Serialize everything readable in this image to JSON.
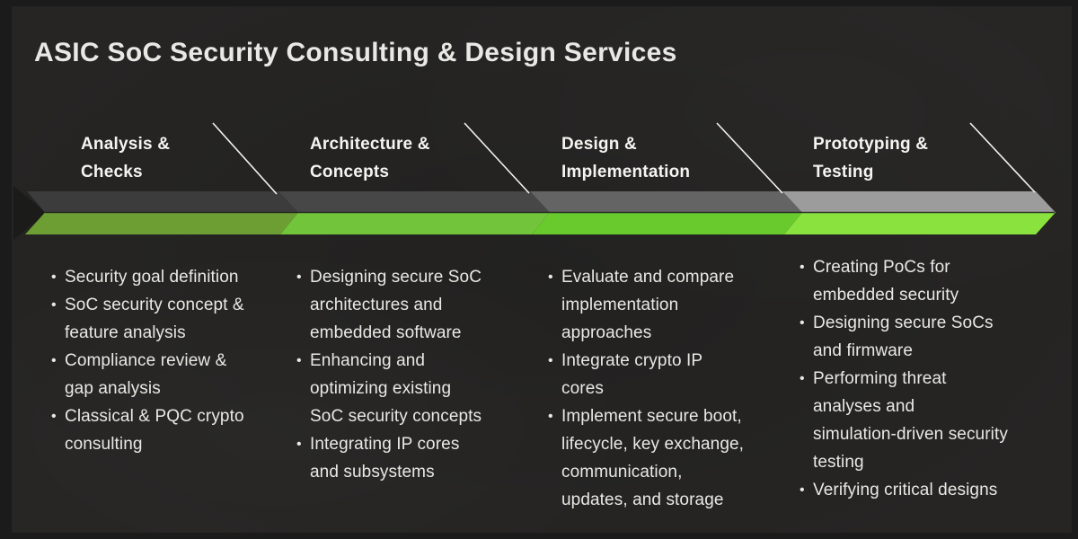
{
  "title": "ASIC SoC Security Consulting & Design Services",
  "colors": {
    "outer_background": "#1b1b1b",
    "panel_background": "#262524",
    "title_text": "#e9e8e5",
    "phase_label_text": "#f5f4f1",
    "body_text": "#e9e8e4",
    "separator_line": "#ffffff",
    "junction_shadow": "#1f1f1f",
    "tail_chevron": "#1b1b1a",
    "grays": [
      "#3c3c3c",
      "#474747",
      "#646464",
      "#9c9c9c"
    ],
    "greens": [
      "#6d9e33",
      "#72c43a",
      "#68ca2d",
      "#8ae23e"
    ]
  },
  "phases": [
    {
      "label": "Analysis &\nChecks",
      "items": [
        "Security goal definition",
        "SoC security concept &\nfeature analysis",
        "Compliance review &\ngap analysis",
        "Classical & PQC crypto\nconsulting"
      ]
    },
    {
      "label": "Architecture &\nConcepts",
      "items": [
        "Designing secure SoC\narchitectures and\nembedded software",
        "Enhancing and\noptimizing existing\nSoC security concepts",
        "Integrating IP cores\nand subsystems"
      ]
    },
    {
      "label": "Design &\nImplementation",
      "items": [
        "Evaluate and compare\nimplementation\napproaches",
        "Integrate crypto IP\ncores",
        "Implement secure boot,\nlifecycle, key exchange,\ncommunication,\nupdates, and storage"
      ]
    },
    {
      "label": "Prototyping &\nTesting",
      "items": [
        "Creating PoCs for\nembedded security",
        "Designing secure SoCs\nand firmware",
        "Performing threat\nanalyses and\nsimulation-driven security\ntesting",
        "Verifying critical designs"
      ]
    }
  ]
}
